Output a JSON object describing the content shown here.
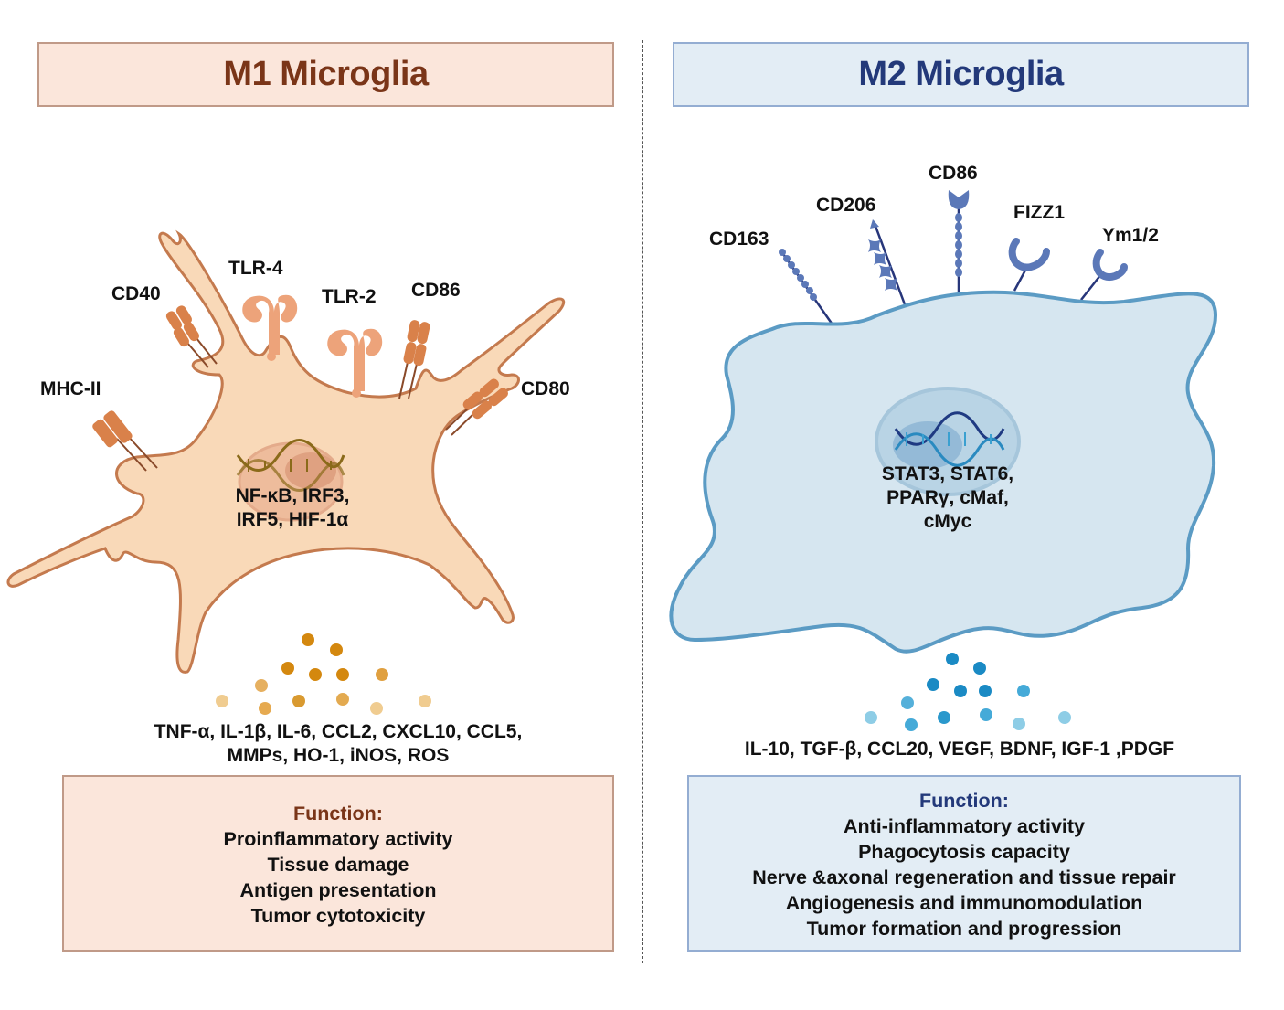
{
  "m1": {
    "title": "M1 Microglia",
    "receptors": {
      "mhc2": "MHC-II",
      "cd40": "CD40",
      "tlr4": "TLR-4",
      "tlr2": "TLR-2",
      "cd86": "CD86",
      "cd80": "CD80"
    },
    "transcription_factors": [
      "NF-κB,  IRF3,",
      "IRF5, HIF-1α"
    ],
    "secreted_factors": [
      "TNF-α,  IL-1β, IL-6, CCL2, CXCL10, CCL5,",
      "MMPs, HO-1, iNOS, ROS"
    ],
    "function": {
      "heading": "Function:",
      "items": [
        "Proinflammatory activity",
        "Tissue damage",
        "Antigen presentation",
        "Tumor cytotoxicity"
      ]
    },
    "colors": {
      "title": "#7a3518",
      "cell_fill": "#f9d9b8",
      "cell_stroke": "#c47a4e",
      "receptor": "#d9814a",
      "dot_dark": "#d4880f",
      "dot_light": "#f0c888"
    }
  },
  "m2": {
    "title": "M2 Microglia",
    "receptors": {
      "cd163": "CD163",
      "cd206": "CD206",
      "cd86": "CD86",
      "fizz1": "FIZZ1",
      "ym12": "Ym1/2"
    },
    "transcription_factors": [
      "STAT3, STAT6,",
      "PPARγ, cMaf,",
      "cMyc"
    ],
    "secreted_factors": [
      "IL-10, TGF-β, CCL20, VEGF, BDNF, IGF-1 ,PDGF"
    ],
    "function": {
      "heading": "Function:",
      "items": [
        "Anti-inflammatory activity",
        "Phagocytosis capacity",
        "Nerve &axonal regeneration and tissue repair",
        "Angiogenesis and immunomodulation",
        "Tumor formation and progression"
      ]
    },
    "colors": {
      "title": "#23397a",
      "cell_fill": "#d6e6f0",
      "cell_stroke": "#5b9bc4",
      "receptor": "#5b78b8",
      "dot_dark": "#1a8ac4",
      "dot_light": "#8ecde6"
    }
  }
}
